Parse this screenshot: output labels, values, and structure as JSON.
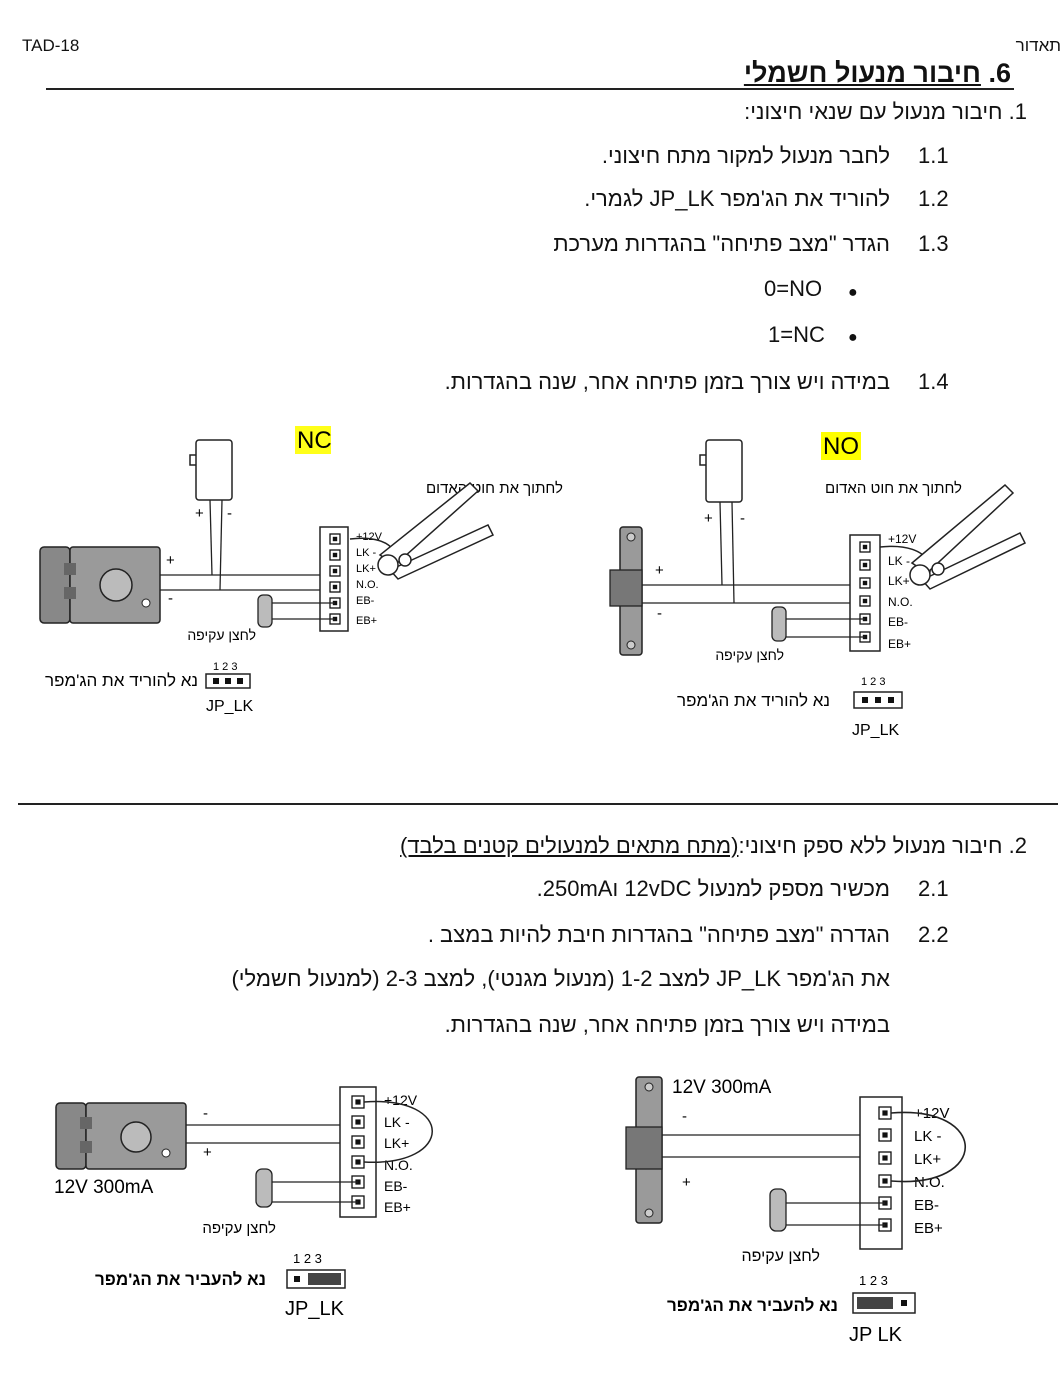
{
  "header": {
    "left": "TAD-18",
    "right": "תאדור"
  },
  "section": {
    "number": "6.",
    "title": "חיבור מנעול חשמלי"
  },
  "part1": {
    "heading": "1.  חיבור מנעול עם שנאי חיצוני:",
    "steps": [
      {
        "n": "1.1",
        "text": "לחבר מנעול למקור מתח חיצוני."
      },
      {
        "n": "1.2",
        "text": "להוריד את הג'מפר  JP_LK לגמרי."
      },
      {
        "n": "1.3",
        "text": "הגדר \"מצב פתיחה\" בהגדרות מערכת"
      },
      {
        "n": "1.4",
        "text": "במידה ויש צורך בזמן פתיחה אחר, שנה בהגדרות."
      }
    ],
    "bullets": [
      "0=NO",
      "1=NC"
    ]
  },
  "part2": {
    "heading_num": "2.",
    "heading_text": "חיבור מנעול ללא ספק חיצוני:",
    "heading_note": "(מתח מתאים למנעולים קטנים בלבד)",
    "steps": [
      {
        "n": "2.1",
        "text": "מכשיר מספק למנעול 12vDC ו250mA."
      },
      {
        "n": "2.2",
        "text": "הגדרה \"מצב פתיחה\" בהגדרות חיבת להיות במצב ."
      }
    ],
    "line3": "את הג'מפר  JP_LK  למצב 1-2 (מנעול מגנטי), למצב 2-3 (למנעול חשמלי)",
    "line4": "במידה ויש צורך בזמן פתיחה אחר, שנה בהגדרות."
  },
  "diagrams": {
    "nc": {
      "mode": "NC",
      "cut": "לחתוך את חוט האדום",
      "plus": "+",
      "minus": "-",
      "terms": [
        "+12V",
        "LK -",
        "LK+",
        "N.O.",
        "EB-",
        "EB+"
      ],
      "button": "לחצן עקיפה",
      "jumper_note": "נא להוריד את הג'מפר",
      "pins": "1 2 3",
      "jp": "JP_LK"
    },
    "no": {
      "mode": "NO",
      "cut": "לחתוך את חוט האדום",
      "plus": "+",
      "minus": "-",
      "terms": [
        "+12V",
        "LK -",
        "LK+",
        "N.O.",
        "EB-",
        "EB+"
      ],
      "button": "לחצן עקיפה",
      "jumper_note": "נא להוריד את הג'מפר",
      "pins": "1 2 3",
      "jp": "JP_LK"
    },
    "bl": {
      "power": "12V 300mA",
      "plus": "+",
      "minus": "-",
      "terms": [
        "+12V",
        "LK -",
        "LK+",
        "N.O.",
        "EB-",
        "EB+"
      ],
      "button": "לחצן עקיפה",
      "jumper_note": "נא להעביר את הג'מפר",
      "pins": "1 2 3",
      "jp": "JP_LK"
    },
    "br": {
      "power": "12V 300mA",
      "plus": "+",
      "minus": "-",
      "terms": [
        "+12V",
        "LK -",
        "LK+",
        "N.O.",
        "EB-",
        "EB+"
      ],
      "button": "לחצן עקיפה",
      "jumper_note": "נא להעביר את הג'מפר",
      "pins": "1 2 3",
      "jp": "JP  LK"
    }
  }
}
